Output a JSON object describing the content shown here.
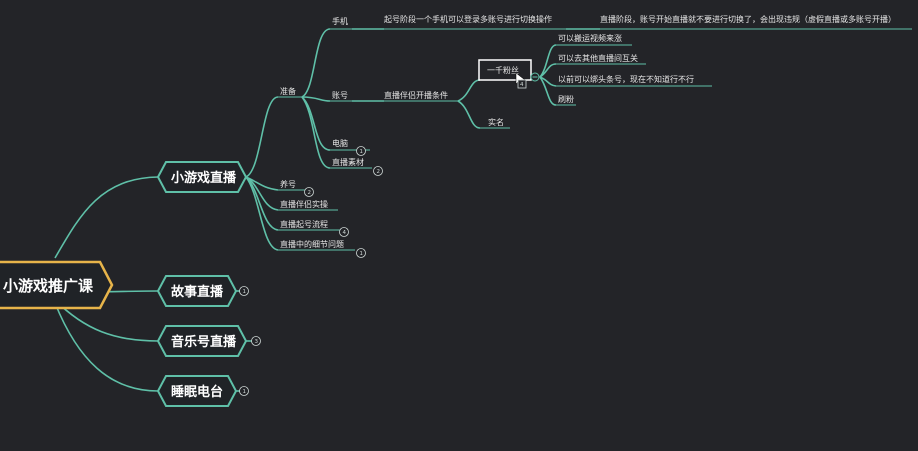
{
  "root": {
    "label": "小游戏推广课"
  },
  "branches": [
    {
      "label": "小游戏直播"
    },
    {
      "label": "故事直播",
      "badge": "1"
    },
    {
      "label": "音乐号直播",
      "badge": "3"
    },
    {
      "label": "睡眠电台",
      "badge": "1"
    }
  ],
  "live_children": [
    {
      "label": "准备"
    },
    {
      "label": "养号",
      "badge": "2"
    },
    {
      "label": "直播伴侣实操"
    },
    {
      "label": "直播起号流程",
      "badge": "4"
    },
    {
      "label": "直播中的细节问题",
      "badge": "1"
    }
  ],
  "prep_children": [
    {
      "label": "手机"
    },
    {
      "label": "账号"
    },
    {
      "label": "电脑",
      "badge": "1"
    },
    {
      "label": "直播素材",
      "badge": "2"
    }
  ],
  "phone_notes": [
    {
      "label": "起号阶段一个手机可以登录多账号进行切换操作"
    },
    {
      "label": "直播阶段，账号开始直播就不要进行切换了，会出现违规（虚假直播或多账号开播）"
    }
  ],
  "account_children": [
    {
      "label": "直播伴侣开播条件"
    }
  ],
  "conditions": [
    {
      "label": "一千粉丝",
      "badge": "4"
    },
    {
      "label": "实名"
    }
  ],
  "fans_children": [
    {
      "label": "可以搬运视频来涨"
    },
    {
      "label": "可以去其他直播间互关"
    },
    {
      "label": "以前可以绑头条号，现在不知道行不行"
    },
    {
      "label": "刷粉"
    }
  ]
}
